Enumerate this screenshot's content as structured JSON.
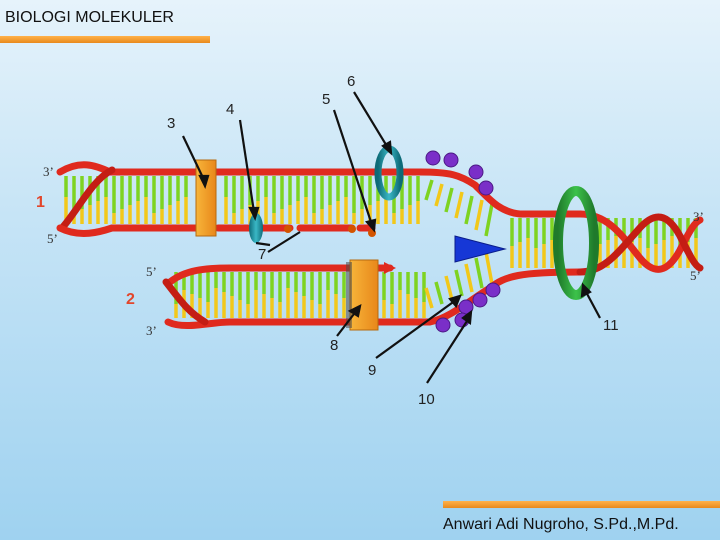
{
  "header": {
    "title": "BIOLOGI MOLEKULER"
  },
  "footer": {
    "author": "Anwari Adi Nugroho, S.Pd.,M.Pd."
  },
  "diagram": {
    "strands": [
      "1",
      "2"
    ],
    "ends": {
      "top_left_3": "3’",
      "top_left_5": "5’",
      "bottom_left_5": "5’",
      "bottom_left_3": "3’",
      "right_top_3": "3’",
      "right_bottom_5": "5’"
    },
    "callouts": [
      "1",
      "2",
      "3",
      "4",
      "5",
      "6",
      "7",
      "8",
      "9",
      "10",
      "11"
    ],
    "colors": {
      "backbone": "#e02a1e",
      "base_green": "#7ed321",
      "base_yellow": "#f2c81a",
      "primase_orange": "#f7a21b",
      "helicase_green": "#2a9a3a",
      "ssb_purple": "#7a2fc8",
      "topo_teal": "#1a8a9a",
      "pointer": "#111111"
    }
  }
}
